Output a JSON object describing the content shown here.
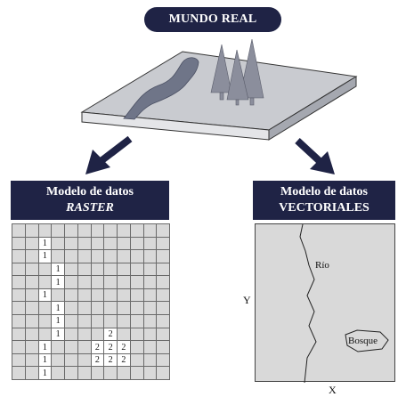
{
  "title": "MUNDO REAL",
  "raster": {
    "header_line1": "Modelo de datos",
    "header_line2": "RASTER",
    "grid": [
      [
        "",
        "",
        "",
        "",
        "",
        "",
        "",
        "",
        "",
        "",
        "",
        ""
      ],
      [
        "",
        "",
        "1",
        "",
        "",
        "",
        "",
        "",
        "",
        "",
        "",
        ""
      ],
      [
        "",
        "",
        "1",
        "",
        "",
        "",
        "",
        "",
        "",
        "",
        "",
        ""
      ],
      [
        "",
        "",
        "",
        "1",
        "",
        "",
        "",
        "",
        "",
        "",
        "",
        ""
      ],
      [
        "",
        "",
        "",
        "1",
        "",
        "",
        "",
        "",
        "",
        "",
        "",
        ""
      ],
      [
        "",
        "",
        "1",
        "",
        "",
        "",
        "",
        "",
        "",
        "",
        "",
        ""
      ],
      [
        "",
        "",
        "",
        "1",
        "",
        "",
        "",
        "",
        "",
        "",
        "",
        ""
      ],
      [
        "",
        "",
        "",
        "1",
        "",
        "",
        "",
        "",
        "",
        "",
        "",
        ""
      ],
      [
        "",
        "",
        "",
        "1",
        "",
        "",
        "",
        "2",
        "",
        "",
        "",
        ""
      ],
      [
        "",
        "",
        "1",
        "",
        "",
        "",
        "2",
        "2",
        "2",
        "",
        "",
        ""
      ],
      [
        "",
        "",
        "1",
        "",
        "",
        "",
        "2",
        "2",
        "2",
        "",
        "",
        ""
      ],
      [
        "",
        "",
        "1",
        "",
        "",
        "",
        "",
        "",
        "",
        "",
        "",
        ""
      ]
    ]
  },
  "vector": {
    "header_line1": "Modelo de datos",
    "header_line2": "VECTORIALES",
    "river_label": "Río",
    "forest_label": "Bosque",
    "y_axis": "Y",
    "x_axis": "X"
  },
  "colors": {
    "navy": "#1f2345",
    "panel_gray": "#d9d9d9",
    "slab_top": "#c9cbd0",
    "river": "#6f7588",
    "tree": "#8b8e9c"
  }
}
